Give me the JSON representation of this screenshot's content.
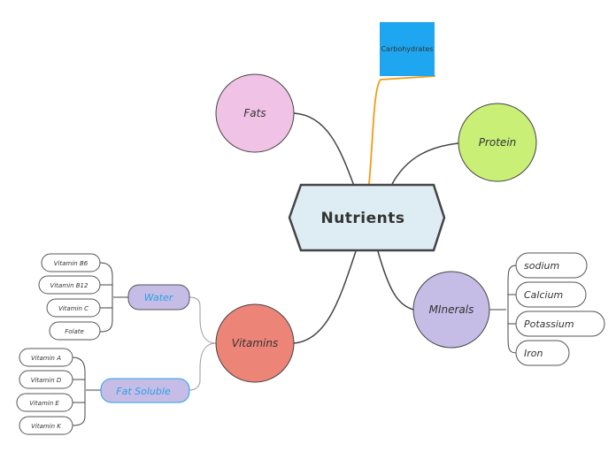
{
  "root": {
    "label": "Nutrients"
  },
  "topics": {
    "carbohydrates": {
      "label": "Carbohydrates",
      "color": "#1ea7f0"
    },
    "fats": {
      "label": "Fats",
      "color": "#f0c3e6"
    },
    "protein": {
      "label": "Protein",
      "color": "#c9ef77"
    },
    "minerals": {
      "label": "MInerals",
      "color": "#c5bde6",
      "items": [
        "sodium",
        "Calcium",
        "Potassium",
        "Iron"
      ]
    },
    "vitamins": {
      "label": "Vitamins",
      "color": "#ec8478",
      "water": {
        "label": "Water",
        "items": [
          "Vitamin B6",
          "Vitamin B12",
          "Vitamin C",
          "Folate"
        ]
      },
      "fat_soluble": {
        "label": "Fat Soluble",
        "items": [
          "Vitamin A",
          "Vitamin D",
          "Vitamin E",
          "Vitamin K"
        ]
      }
    }
  },
  "colors": {
    "root_fill": "#deedf3",
    "connector": "#444444",
    "carb_connector": "#f39c12",
    "subtopic_fill": "#c5bde6",
    "subtopic_text": "#2e9fe8"
  }
}
